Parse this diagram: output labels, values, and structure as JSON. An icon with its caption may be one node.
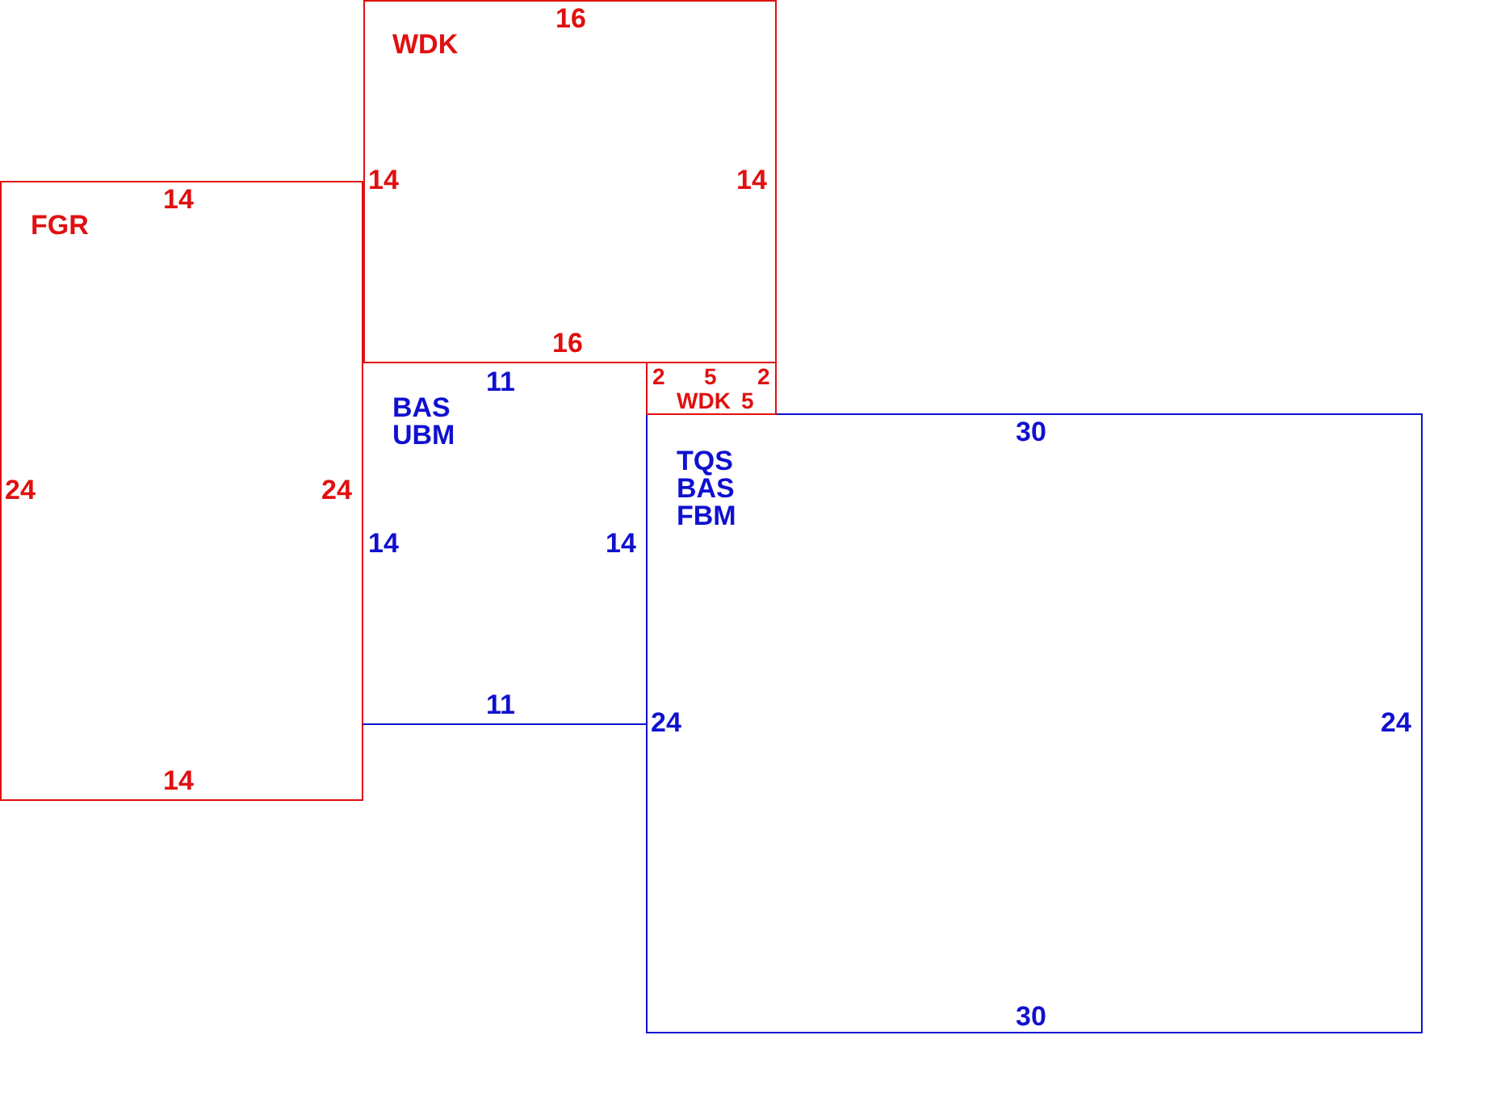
{
  "diagram": {
    "nodes": [
      {
        "text": [
          "WDK",
          "16",
          "14",
          "14",
          "16"
        ]
      },
      {
        "text": [
          "FGR",
          "14",
          "24",
          "24",
          "14"
        ]
      },
      {
        "text": [
          "BAS UBM",
          "11",
          "14",
          "14",
          "11"
        ]
      },
      {
        "text": [
          "WDK",
          "5",
          "2",
          "2",
          "5"
        ]
      },
      {
        "text": [
          "TQS BAS FBM",
          "30",
          "24",
          "24",
          "30"
        ]
      }
    ]
  }
}
